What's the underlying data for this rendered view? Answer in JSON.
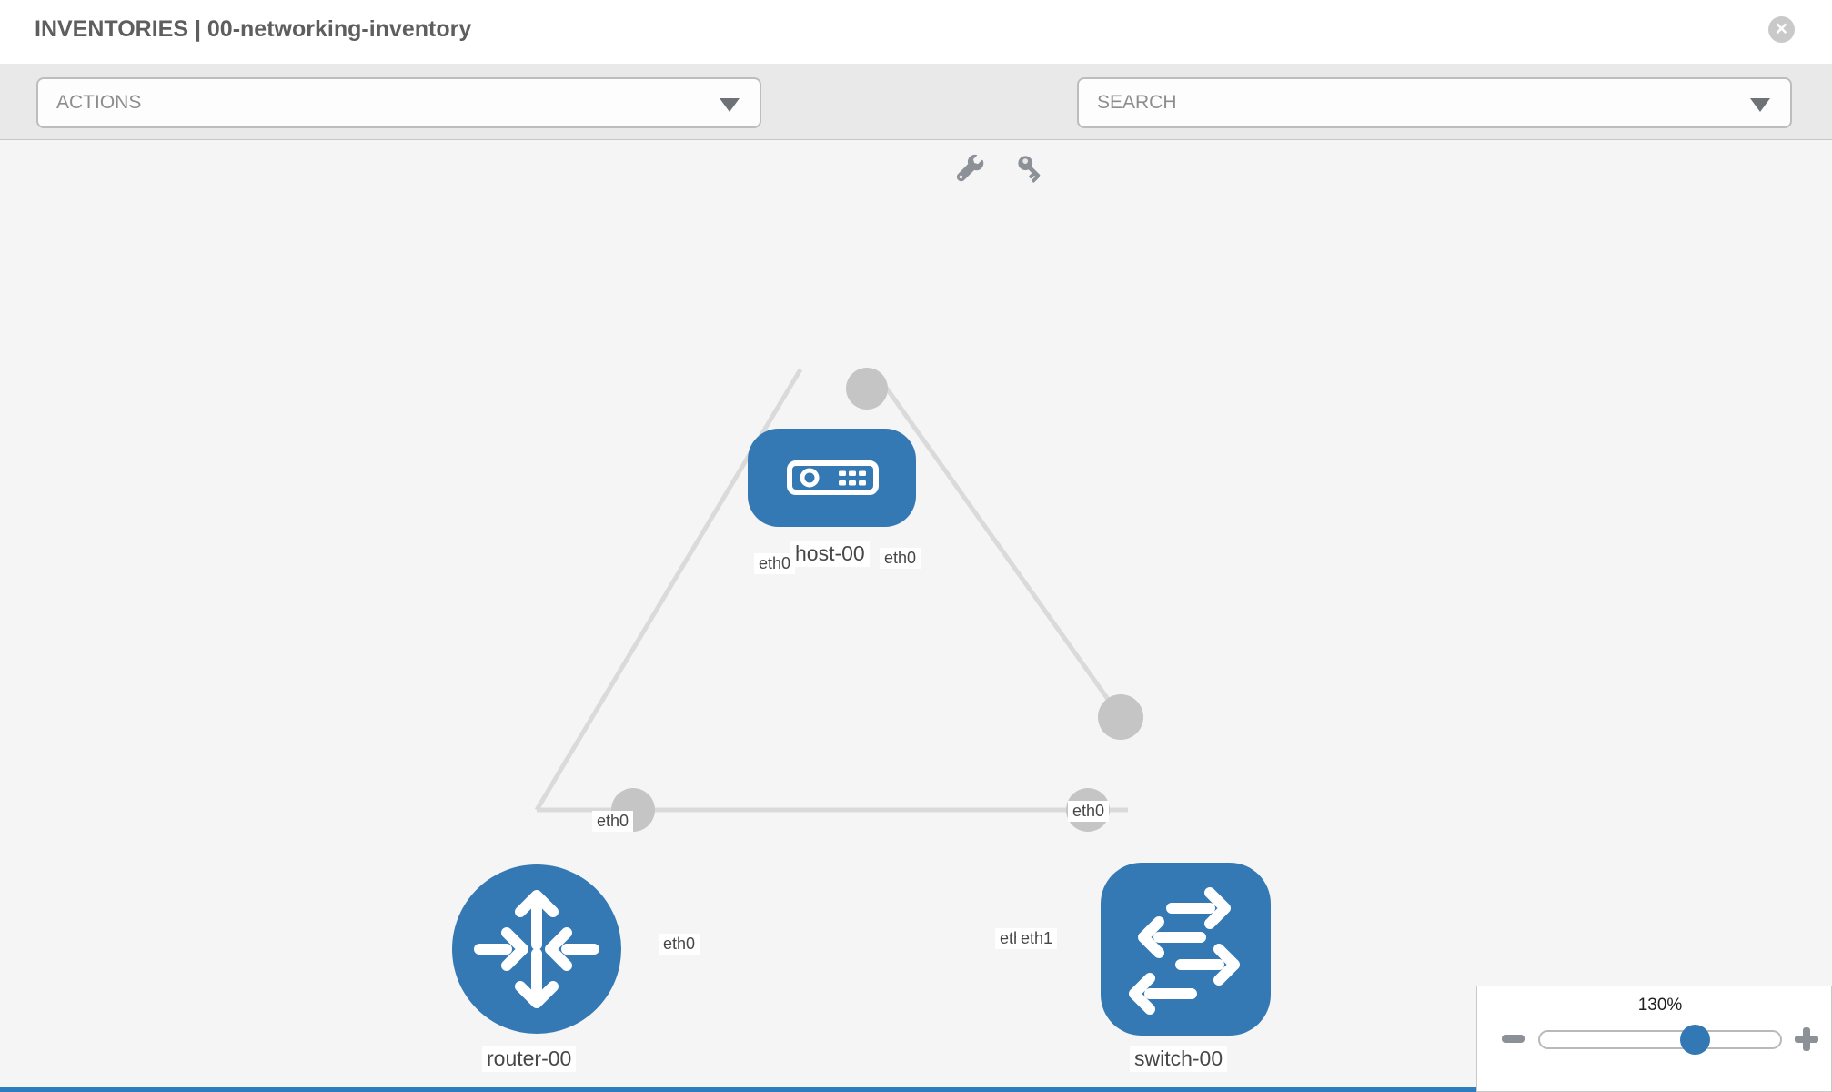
{
  "header": {
    "title": "INVENTORIES | 00-networking-inventory",
    "close_glyph": "×"
  },
  "toolbar": {
    "actions_label": "ACTIONS",
    "search_placeholder": "SEARCH",
    "icons": [
      "wrench",
      "key"
    ]
  },
  "graph": {
    "nodes": [
      {
        "name": "host-00",
        "type": "host"
      },
      {
        "name": "router-00",
        "type": "router"
      },
      {
        "name": "switch-00",
        "type": "switch"
      }
    ],
    "links": [
      {
        "source": "host-00",
        "source_interface": "eth0",
        "target": "router-00",
        "target_interface": "eth0"
      },
      {
        "source": "host-00",
        "source_interface": "eth0",
        "target": "switch-00",
        "target_interface": "eth0"
      },
      {
        "source": "router-00",
        "source_interface": "eth0",
        "target": "switch-00",
        "target_interface": "eth1"
      }
    ]
  },
  "interface_chips": {
    "host_left": "eth0",
    "host_right": "eth0",
    "router_top": "eth0",
    "router_right": "eth0",
    "switch_top": "eth0",
    "switch_left_under": "eth0",
    "switch_left_over": "eth1"
  },
  "zoom_control": {
    "level": "130%"
  },
  "colors": {
    "node_blue": "#3478b4",
    "link_gray": "#dadada",
    "port_gray": "#c5c5c5",
    "slider_accent": "#3178b5"
  }
}
